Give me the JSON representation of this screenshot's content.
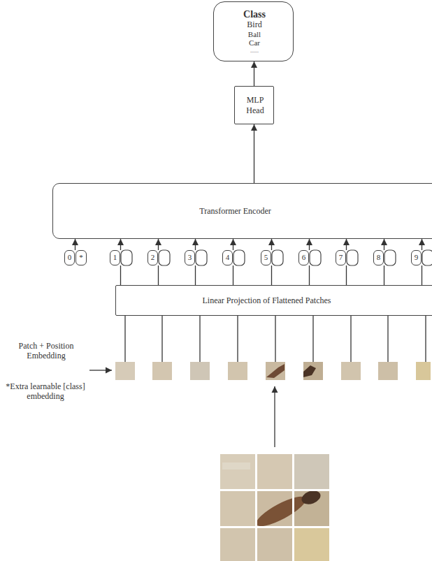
{
  "diagram": {
    "nodes": [
      {
        "text": [
          "Class",
          "Bird",
          "Ball",
          "Car",
          "......"
        ]
      },
      {
        "text": [
          "MLP Head"
        ]
      },
      {
        "text": [
          "Transformer Encoder"
        ]
      },
      {
        "text": [
          "0"
        ]
      },
      {
        "text": [
          "*"
        ]
      },
      {
        "text": [
          "1"
        ]
      },
      {
        "text": [
          "2"
        ]
      },
      {
        "text": [
          "3"
        ]
      },
      {
        "text": [
          "4"
        ]
      },
      {
        "text": [
          "5"
        ]
      },
      {
        "text": [
          "6"
        ]
      },
      {
        "text": [
          "7"
        ]
      },
      {
        "text": [
          "8"
        ]
      },
      {
        "text": [
          "9"
        ]
      },
      {
        "text": [
          "Linear Projection of Flattened Patches"
        ]
      }
    ],
    "edges": [
      {
        "from": 1,
        "to": 0,
        "arrow": "to"
      },
      {
        "from": 2,
        "to": 1,
        "arrow": "to"
      },
      {
        "from": 3,
        "to": 2,
        "arrow": "to"
      },
      {
        "from": 5,
        "to": 2,
        "arrow": "to"
      },
      {
        "from": 6,
        "to": 2,
        "arrow": "to"
      },
      {
        "from": 7,
        "to": 2,
        "arrow": "to"
      },
      {
        "from": 8,
        "to": 2,
        "arrow": "to"
      },
      {
        "from": 9,
        "to": 2,
        "arrow": "to"
      },
      {
        "from": 10,
        "to": 2,
        "arrow": "to"
      },
      {
        "from": 11,
        "to": 2,
        "arrow": "to"
      },
      {
        "from": 12,
        "to": 2,
        "arrow": "to"
      },
      {
        "from": 13,
        "to": 2,
        "arrow": "to"
      }
    ],
    "labels": [
      "Patch + Position Embedding",
      "*Extra learnable [class] embedding"
    ]
  }
}
